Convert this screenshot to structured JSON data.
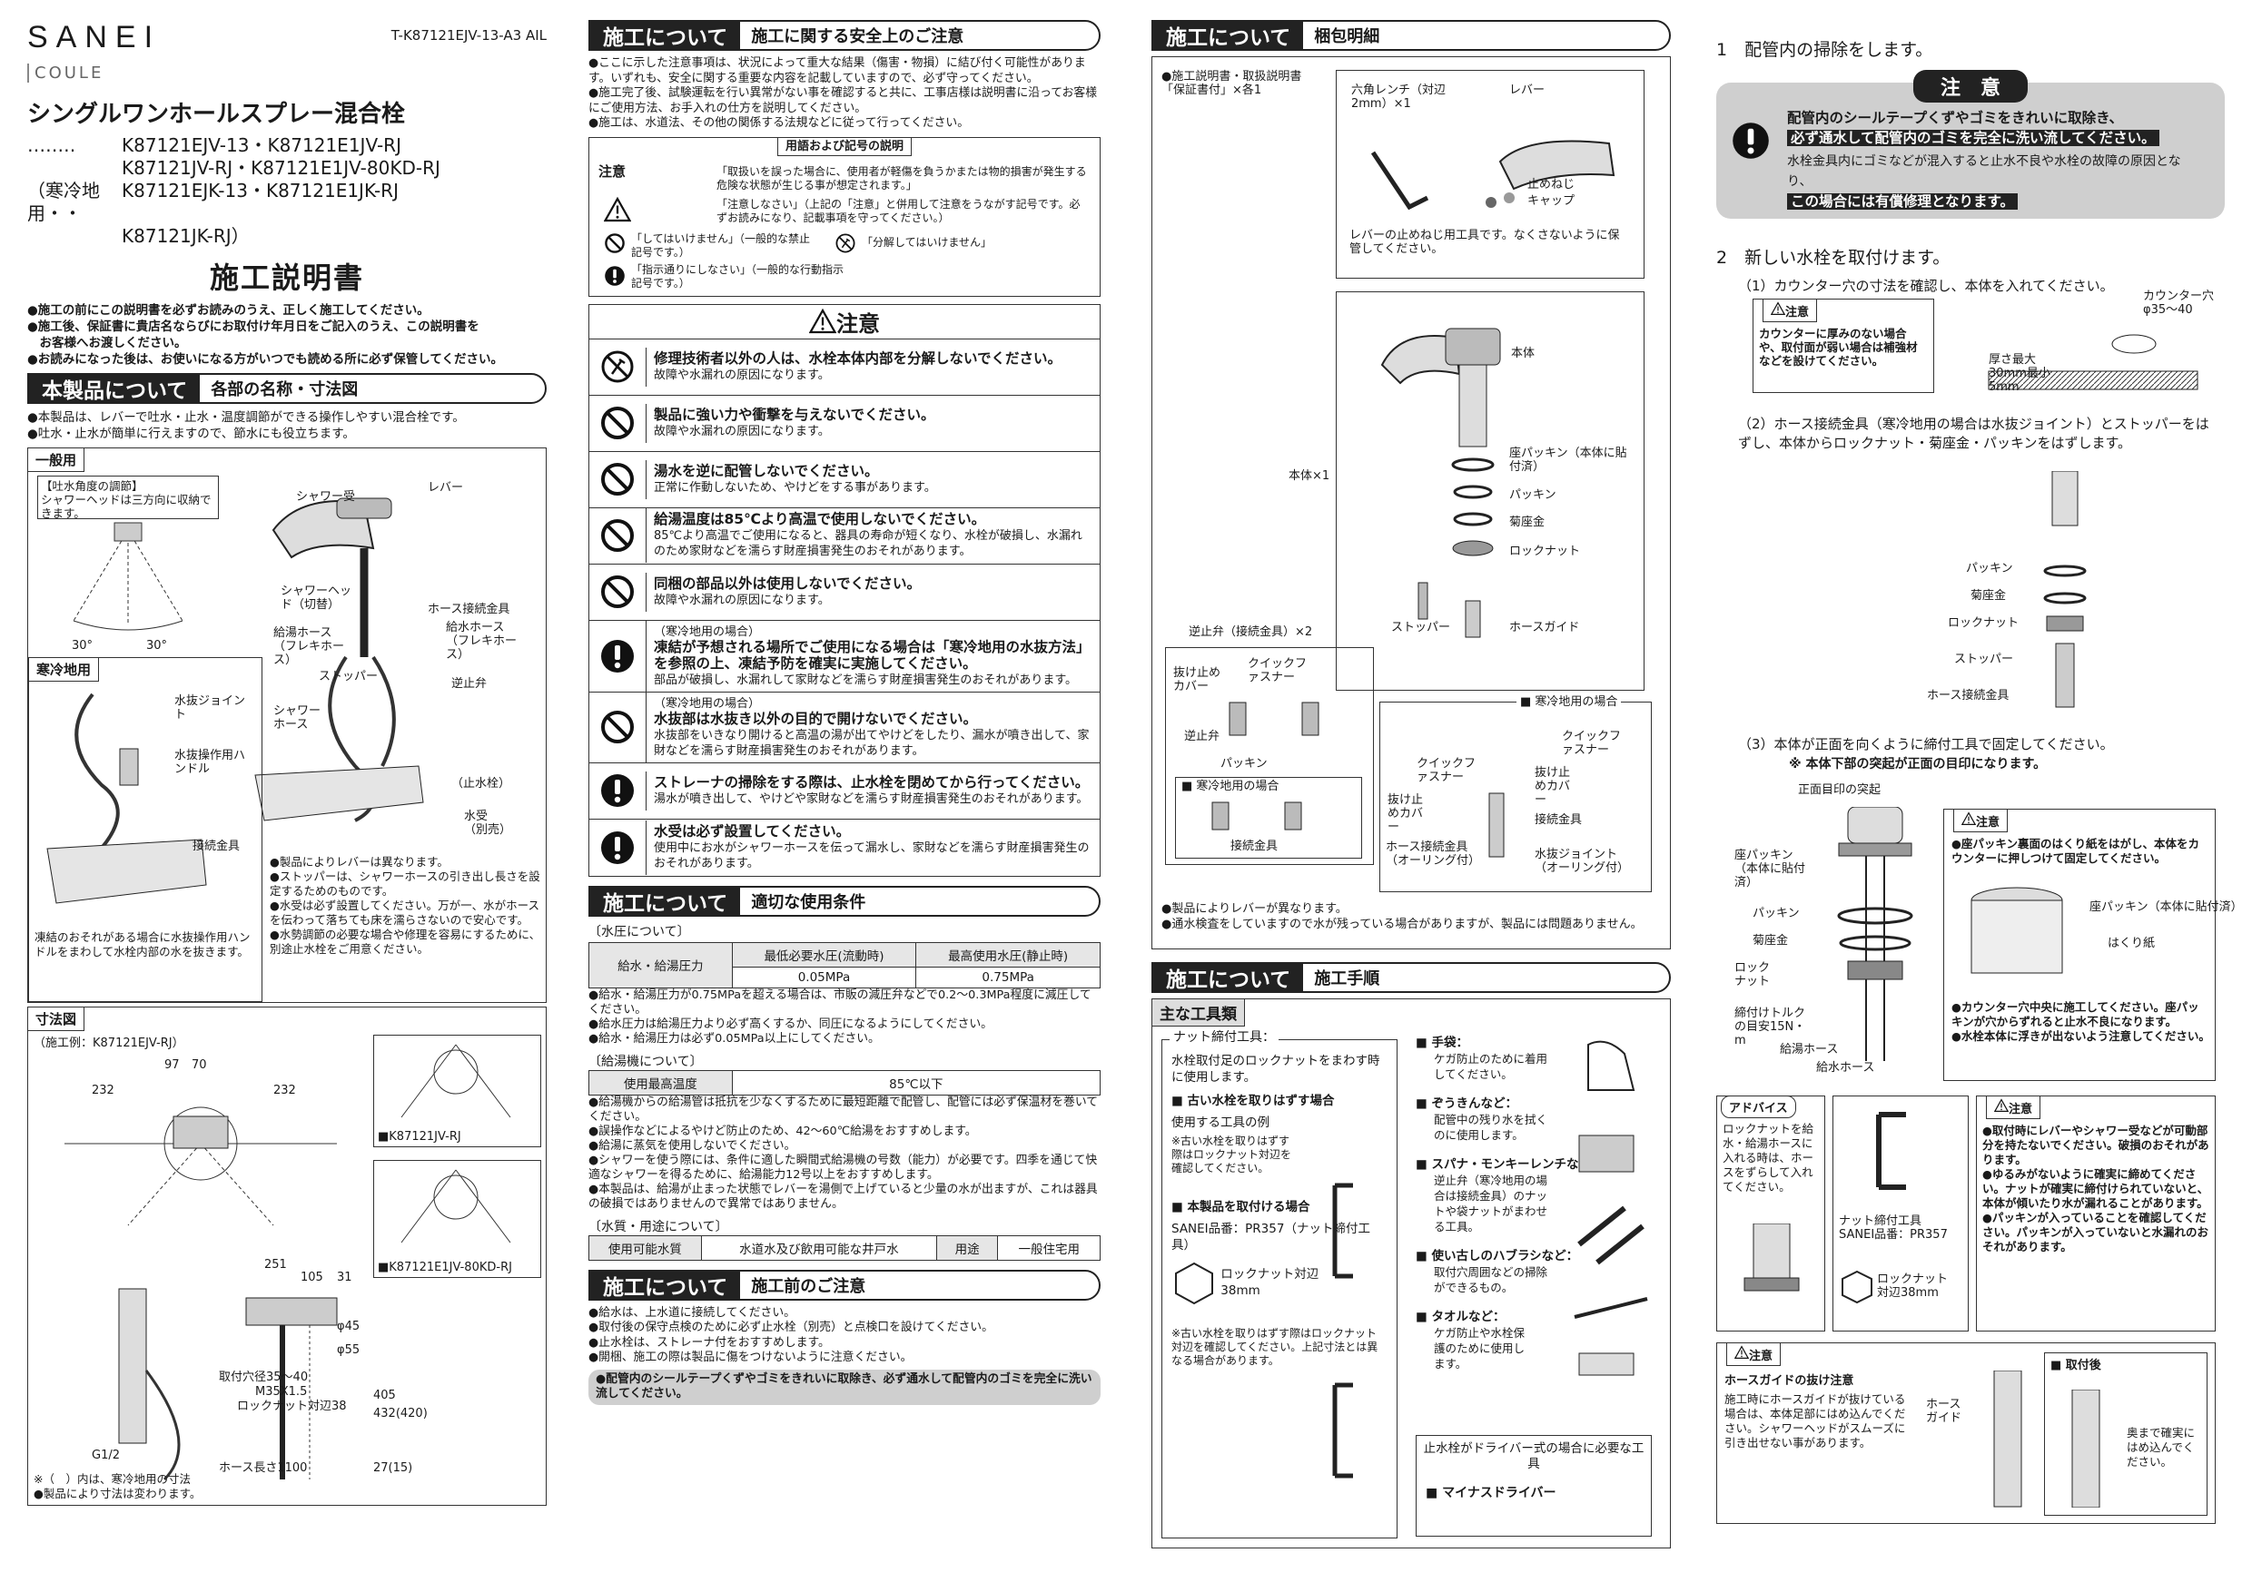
{
  "header": {
    "brand": "SANEI",
    "product_line": "COULE",
    "doc_code": "T-K87121EJV-13-A3 AIL"
  },
  "title": {
    "product": "シングルワンホールスプレー混合栓",
    "models_1": "K87121EJV-13・K87121E1JV-RJ",
    "models_2": "K87121JV-RJ・K87121E1JV-80KD-RJ",
    "cold_label": "（寒冷地用・・",
    "models_3": "K87121EJK-13・K87121E1JK-RJ",
    "models_4": "K87121JK-RJ）",
    "manual": "施工説明書"
  },
  "intro": [
    "●施工の前にこの説明書を必ずお読みのうえ、正しく施工してください。",
    "●施工後、保証書に貴店名ならびにお取付け年月日をご記入のうえ、この説明書を",
    "　お客様へお渡しください。",
    "●お読みになった後は、お使いになる方がいつでも読める所に必ず保管してください。"
  ],
  "sec_product": {
    "dark": "本製品について",
    "light": "各部の名称・寸法図",
    "b1": "●本製品は、レバーで吐水・止水・温度調節ができる操作しやすい混合栓です。",
    "b2": "●吐水・止水が簡単に行えますので、節水にも役立ちます。"
  },
  "general": {
    "tab": "一般用",
    "angle_title": "【吐水角度の調節】",
    "angle_desc": "シャワーヘッドは三方向に収納できます。",
    "deg_l": "30°",
    "deg_r": "30°",
    "lever": "レバー",
    "shower_holder": "シャワー受",
    "shower_head": "シャワーヘッド（切替）",
    "supply_hose": "給湯ホース（フレキホース）",
    "hose_fit": "ホース接続金具",
    "water_hose": "給水ホース（フレキホース）",
    "stopper": "ストッパー",
    "check_valve": "逆止弁",
    "shower_hose": "シャワーホース",
    "stop_valve": "（止水栓）",
    "basin": "水受（別売）"
  },
  "cold": {
    "tab": "寒冷地用",
    "drain_joint": "水抜ジョイント",
    "drain_handle": "水抜操作用ハンドル",
    "fitting": "接続金具",
    "note": "凍結のおそれがある場合に水抜操作用ハンドルをまわして水栓内部の水を抜きます。"
  },
  "notes_general": [
    "●製品によりレバーは異なります。",
    "●ストッパーは、シャワーホースの引き出し長さを設定するためのものです。",
    "●水受は必ず設置してください。万が一、水がホースを伝わって落ちても床を濡らさないので安心です。",
    "●水勢調節の必要な場合や修理を容易にするために、別途止水栓をご用意ください。"
  ],
  "dims": {
    "tab": "寸法図",
    "example": "（施工例：K87121EJV-RJ）",
    "d97": "97",
    "d70": "70",
    "d232a": "232",
    "d232b": "232",
    "d251": "251",
    "d105": "105",
    "d31": "31",
    "d55": "φ55",
    "d45": "φ45",
    "hole": "取付穴径35～40",
    "thread": "M35X1.5",
    "nut": "ロックナット対辺38",
    "hose_len": "ホース長さ1100",
    "g12": "G1/2",
    "d405": "405",
    "d432": "432(420)",
    "d27": "27(15)",
    "model_a": "■K87121JV-RJ",
    "model_b": "■K87121E1JV-80KD-RJ",
    "note1": "※（　）内は、寒冷地用の寸法",
    "note2": "●製品により寸法は変わります。"
  },
  "safety": {
    "dark": "施工について",
    "light": "施工に関する安全上のご注意",
    "intro": [
      "●ここに示した注意事項は、状況によって重大な結果（傷害・物損）に結び付く可能性があります。いずれも、安全に関する重要な内容を記載していますので、必ず守ってください。",
      "●施工完了後、試験運転を行い異常がない事を確認すると共に、工事店様は説明書に沿ってお客様にご使用方法、お手入れの仕方を説明してください。",
      "●施工は、水道法、その他の関係する法規などに従って行ってください。"
    ],
    "terms_title": "用語および記号の説明",
    "caution_term": "注意",
    "caution_desc": "「取扱いを誤った場合に、使用者が軽傷を負うかまたは物的損害が発生する危険な状態が生じる事が想定されます。」",
    "triangle_desc": "「注意しなさい」（上記の「注意」と併用して注意をうながす記号です。必ずお読みになり、記載事項を守ってください。）",
    "prohibit_desc": "「してはいけません」（一般的な禁止記号です。）",
    "nodisassemble_desc": "「分解してはいけません」",
    "mandatory_desc": "「指示通りにしなさい」（一般的な行動指示記号です。）",
    "caution_head": "注意",
    "rows": [
      {
        "sub": "",
        "head": "修理技術者以外の人は、水栓本体内部を分解しないでください。",
        "body": "故障や水漏れの原因になります。"
      },
      {
        "sub": "",
        "head": "製品に強い力や衝撃を与えないでください。",
        "body": "故障や水漏れの原因になります。"
      },
      {
        "sub": "",
        "head": "湯水を逆に配管しないでください。",
        "body": "正常に作動しないため、やけどをする事があります。"
      },
      {
        "sub": "",
        "head": "給湯温度は85℃より高温で使用しないでください。",
        "body": "85℃より高温でご使用になると、器具の寿命が短くなり、水栓が破損し、水漏れのため家財などを濡らす財産損害発生のおそれがあります。"
      },
      {
        "sub": "",
        "head": "同梱の部品以外は使用しないでください。",
        "body": "故障や水漏れの原因になります。"
      },
      {
        "sub": "（寒冷地用の場合）",
        "head": "凍結が予想される場所でご使用になる場合は「寒冷地用の水抜方法」を参照の上、凍結予防を確実に実施してください。",
        "body": "部品が破損し、水漏れして家財などを濡らす財産損害発生のおそれがあります。"
      },
      {
        "sub": "（寒冷地用の場合）",
        "head": "水抜部は水抜き以外の目的で開けないでください。",
        "body": "水抜部をいきなり開けると高温の湯が出てやけどをしたり、漏水が噴き出して、家財などを濡らす財産損害発生のおそれがあります。"
      },
      {
        "sub": "",
        "head": "ストレーナの掃除をする際は、止水栓を閉めてから行ってください。",
        "body": "湯水が噴き出して、やけどや家財などを濡らす財産損害発生のおそれがあります。"
      },
      {
        "sub": "",
        "head": "水受は必ず設置してください。",
        "body": "使用中にお水がシャワーホースを伝って漏水し、家財などを濡らす財産損害発生のおそれがあります。"
      }
    ]
  },
  "conditions": {
    "dark": "施工について",
    "light": "適切な使用条件",
    "pressure_title": "〔水圧について〕",
    "p_row": "給水・給湯圧力",
    "p_min_h": "最低必要水圧(流動時)",
    "p_max_h": "最高使用水圧(静止時)",
    "p_min": "0.05MPa",
    "p_max": "0.75MPa",
    "p_notes": [
      "●給水・給湯圧力が0.75MPaを超える場合は、市販の減圧弁などで0.2～0.3MPa程度に減圧してください。",
      "●給水圧力は給湯圧力より必ず高くするか、同圧になるようにしてください。",
      "●給水・給湯圧力は必ず0.05MPa以上にしてください。"
    ],
    "heater_title": "〔給湯機について〕",
    "h_row": "使用最高温度",
    "h_val": "85℃以下",
    "h_notes": [
      "●給湯機からの給湯管は抵抗を少なくするために最短距離で配管し、配管には必ず保温材を巻いてください。",
      "●誤操作などによるやけど防止のため、42～60℃給湯をおすすめします。",
      "●給湯に蒸気を使用しないでください。",
      "●シャワーを使う際には、条件に適した瞬間式給湯機の号数（能力）が必要です。四季を通じて快適なシャワーを得るために、給湯能力12号以上をおすすめします。",
      "●本製品は、給湯が止まった状態でレバーを湯側で上げていると少量の水が出ますが、これは器具の破損ではありませんので異常ではありません。"
    ],
    "quality_title": "〔水質・用途について〕",
    "q_row": "使用可能水質",
    "q_val": "水道水及び飲用可能な井戸水",
    "u_row": "用途",
    "u_val": "一般住宅用"
  },
  "before": {
    "dark": "施工について",
    "light": "施工前のご注意",
    "items": [
      "●給水は、上水道に接続してください。",
      "●取付後の保守点検のために必ず止水栓（別売）と点検口を設けてください。",
      "●止水栓は、ストレーナ付をおすすめします。",
      "●開梱、施工の際は製品に傷をつけないように注意ください。",
      "●配管内のシールテープくずやゴミをきれいに取除き、必ず通水して配管内のゴミを完全に洗い流してください。"
    ]
  },
  "packing": {
    "dark": "施工について",
    "light": "梱包明細",
    "docs": "●施工説明書・取扱説明書「保証書付」×各1",
    "hex": "六角レンチ（対辺2mm）×1",
    "lever": "レバー",
    "screw": "止めねじ",
    "cap": "キャップ",
    "lever_note": "レバーの止めねじ用工具です。なくさないように保管してください。",
    "body": "本体",
    "body_x": "本体×1",
    "seat": "座パッキン（本体に貼付済）",
    "packing": "パッキン",
    "washer": "菊座金",
    "locknut": "ロックナット",
    "stopper": "ストッパー",
    "guide": "ホースガイド",
    "check_x": "逆止弁（接続金具）×2",
    "cover": "抜け止めカバー",
    "quick": "クイックファスナー",
    "check": "逆止弁",
    "pk": "パッキン",
    "cold_case": "■ 寒冷地用の場合",
    "fitting": "接続金具",
    "hose_fit": "ホース接続金具（オーリング付）",
    "drain_joint": "水抜ジョイント（オーリング付）",
    "note1": "●製品によりレバーが異なります。",
    "note2": "●通水検査をしていますので水が残っている場合がありますが、製品には問題ありません。"
  },
  "procedure": {
    "dark": "施工について",
    "light": "施工手順",
    "tools_title": "主な工具類",
    "nut_tool": "ナット締付工具：",
    "nut_desc": "水栓取付足のロックナットをまわす時に使用します。",
    "old": "■ 古い水栓を取りはずす場合",
    "old_ex": "使用する工具の例",
    "old_note": "※古い水栓を取りはずす際はロックナット対辺を確認してください。",
    "new": "■ 本製品を取付ける場合",
    "pr357": "SANEI品番：PR357（ナット締付工具）",
    "nut38": "ロックナット対辺38mm",
    "new_note": "※古い水栓を取りはずす際はロックナット対辺を確認してください。上記寸法とは異なる場合があります。",
    "gloves": "■ 手袋：",
    "gloves_d": "ケガ防止のために着用してください。",
    "cloth": "■ ぞうきんなど：",
    "cloth_d": "配管中の残り水を拭くのに使用します。",
    "spanner": "■ スパナ・モンキーレンチなど：",
    "spanner_d": "逆止弁（寒冷地用の場合は接続金具）のナットや袋ナットがまわせる工具。",
    "brush": "■ 使い古しのハブラシなど：",
    "brush_d": "取付穴周囲などの掃除ができるもの。",
    "towel": "■ タオルなど：",
    "towel_d": "ケガ防止や水栓保護のために使用します。",
    "driver_title": "止水栓がドライバー式の場合に必要な工具",
    "driver": "■ マイナスドライバー"
  },
  "step1": {
    "title": "1　配管内の掃除をします。",
    "caution": "注　意",
    "t1": "配管内のシールテープくずやゴミをきれいに取除き、",
    "t2": "必ず通水して配管内のゴミを完全に洗い流してください。",
    "t3": "水栓金具内にゴミなどが混入すると止水不良や水栓の故障の原因となり、",
    "t4": "この場合には有償修理となります。"
  },
  "step2": {
    "title": "2　新しい水栓を取付けます。",
    "s1": "（1）カウンター穴の寸法を確認し、本体を入れてください。",
    "counter": "カウンター穴φ35～40",
    "c1": "カウンターに厚みのない場合や、取付面が弱い場合は補強材などを設けてください。",
    "thick": "厚さ最大30mm最小5mm",
    "s2": "（2）ホース接続金具（寒冷地用の場合は水抜ジョイント）とストッパーをはずし、本体からロックナット・菊座金・パッキンをはずします。",
    "pk": "パッキン",
    "washer": "菊座金",
    "nut": "ロックナット",
    "stopper": "ストッパー",
    "hfit": "ホース接続金具",
    "s3": "（3）本体が正面を向くように締付工具で固定してください。",
    "s3n": "※ 本体下部の突起が正面の目印になります。",
    "front": "正面目印の突起",
    "seat": "座パッキン（本体に貼付済）",
    "nut2": "ロックナット",
    "torque": "締付けトルクの目安15N・m",
    "hot": "給湯ホース",
    "cold": "給水ホース",
    "c2": [
      "●座パッキン裏面のはくり紙をはがし、本体をカウンターに押しつけて固定してください。",
      "●カウンター穴中央に施工してください。座パッキンが穴からずれると止水不良になります。",
      "●水栓本体に浮きが出ないよう注意してください。"
    ],
    "peel": "はくり紙",
    "advice": "アドバイス",
    "advice_t": "ロックナットを給水・給湯ホースに入れる時は、ホースをずらして入れてください。",
    "tool": "ナット締付工具 SANEI品番：PR357",
    "nut38": "ロックナット対辺38mm",
    "c3": [
      "●取付時にレバーやシャワー受などが可動部分を持たないでください。破損のおそれがあります。",
      "●ゆるみがないように確実に締めてください。ナットが確実に締付けられていないと、本体が傾いたり水が漏れることがあります。",
      "●パッキンが入っていることを確認してください。パッキンが入っていないと水漏れのおそれがあります。"
    ],
    "guide_title": "ホースガイドの抜け注意",
    "guide_t": "施工時にホースガイドが抜けている場合は、本体足部にはめ込んでください。シャワーヘッドがスムーズに引き出せない事があります。",
    "guide": "ホースガイド",
    "after": "■ 取付後",
    "after_t": "奥まで確実にはめ込んでください。"
  },
  "caution_word": "注意"
}
